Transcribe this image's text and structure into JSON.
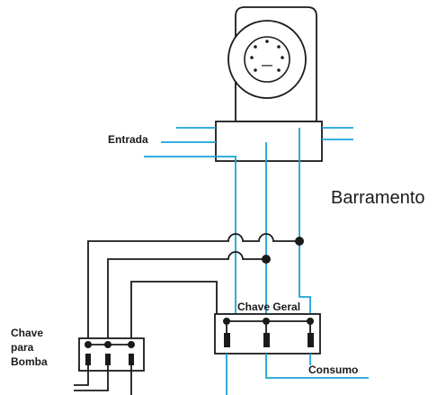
{
  "labels": {
    "entrada": "Entrada",
    "barramento": "Barramento",
    "chave_geral": "Chave Geral",
    "consumo": "Consumo",
    "chave_para_bomba_line1": "Chave",
    "chave_para_bomba_line2": "para",
    "chave_para_bomba_line3": "Bomba"
  },
  "meter_display": "—",
  "colors": {
    "phase_wire": "#1aa3d9",
    "neutral_wire": "#1a1a1a",
    "background": "#ffffff"
  }
}
